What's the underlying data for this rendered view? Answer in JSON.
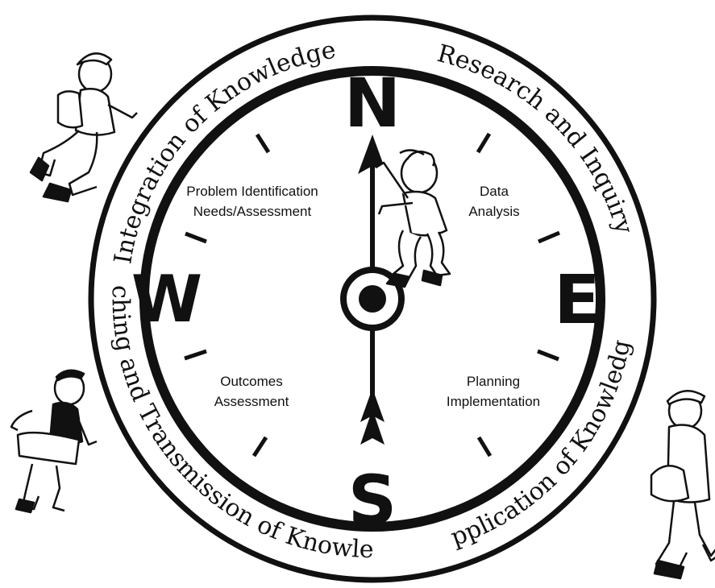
{
  "cardinals": {
    "north": "N",
    "east": "E",
    "south": "S",
    "west": "W"
  },
  "ring_labels": {
    "top_left": "Integration of Knowledge",
    "top_right": "Research and Inquiry",
    "bottom_left": "Teaching and Transmission of Knowledge",
    "bottom_right": "Application of Knowledge"
  },
  "quadrants": {
    "upper_left": [
      "Problem Identification",
      "Needs/Assessment"
    ],
    "upper_right": [
      "Data",
      "Analysis"
    ],
    "lower_left": [
      "Outcomes",
      "Assessment"
    ],
    "lower_right": [
      "Planning",
      "Implementation"
    ]
  },
  "figures": {
    "hiker_top_left": "child-hiker-illustration",
    "hiker_bottom_left": "child-hiker-illustration",
    "hiker_bottom_right": "child-hiker-illustration",
    "climber_on_needle": "child-climber-illustration"
  },
  "colors": {
    "ink": "#111111",
    "paper": "#ffffff"
  }
}
